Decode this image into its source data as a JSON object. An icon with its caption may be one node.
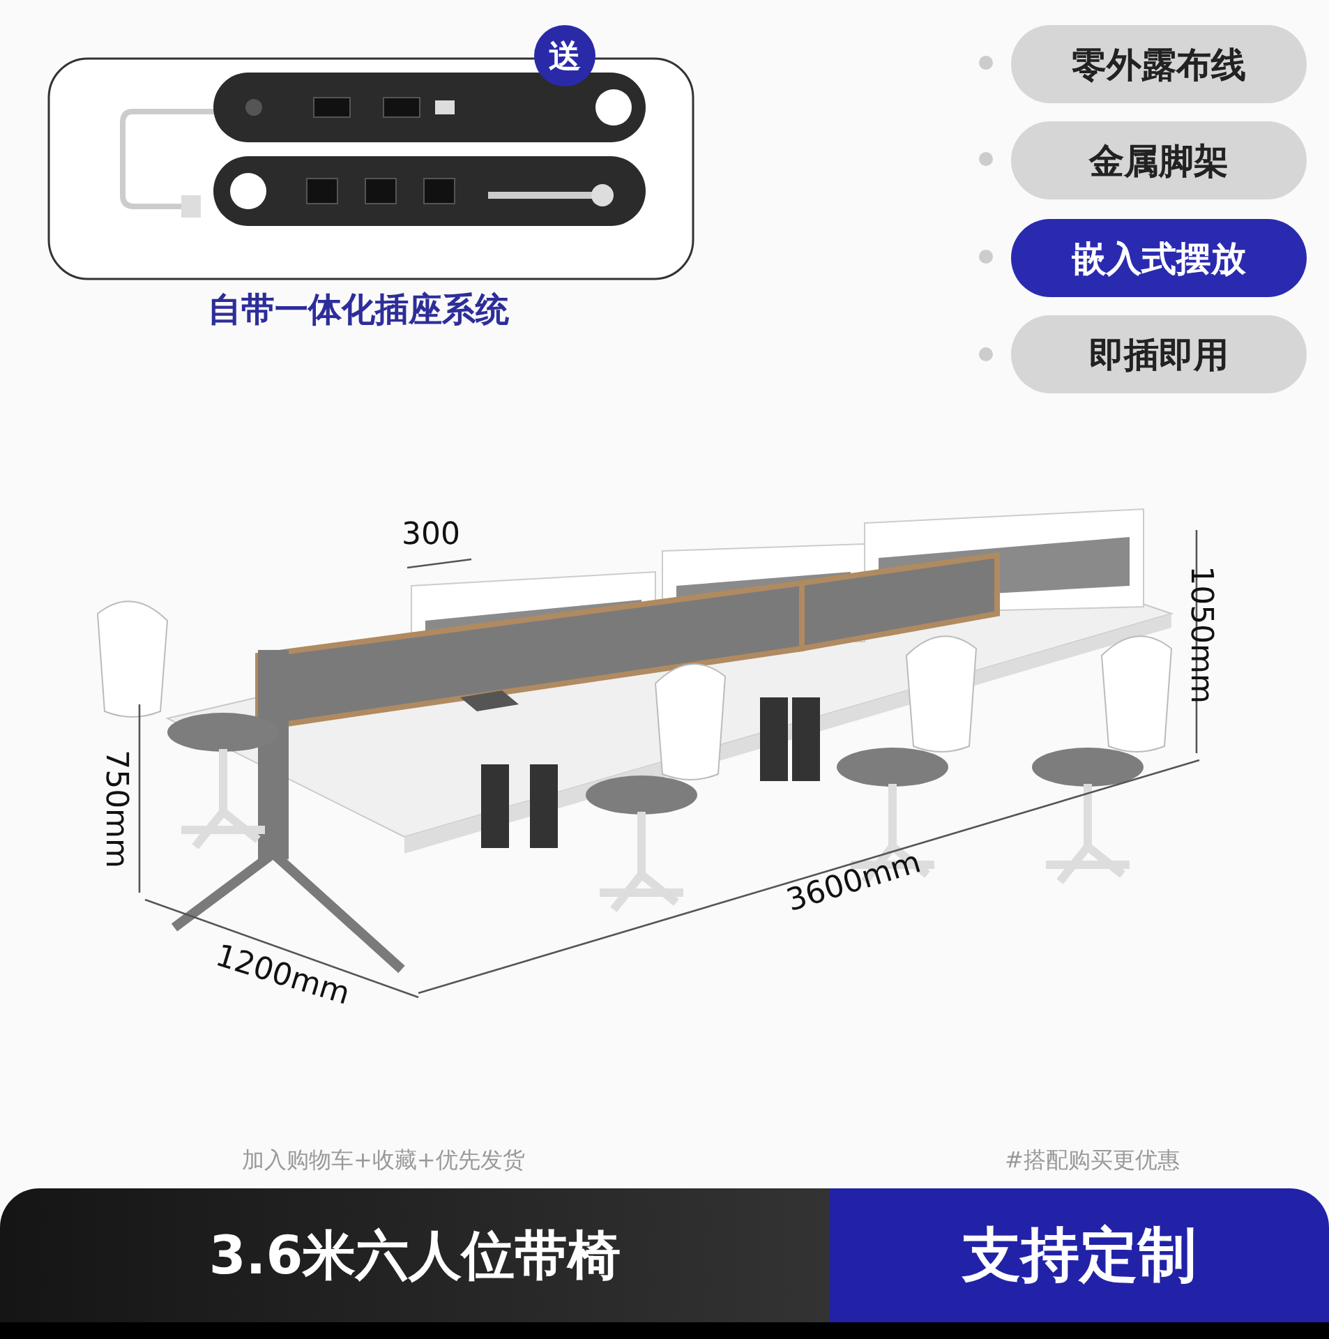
{
  "diagram": {
    "nodes": [
      {
        "text": [
          "零外露布线"
        ]
      },
      {
        "text": [
          "金属脚架"
        ]
      },
      {
        "text": [
          "嵌入式摆放"
        ]
      },
      {
        "text": [
          "即插即用"
        ]
      },
      {
        "text": [
          "送"
        ]
      },
      {
        "text": [
          "3.6米六人位带椅"
        ]
      },
      {
        "text": [
          "支持定制"
        ]
      }
    ],
    "labels": [
      "自带一体化插座系统",
      "300",
      "1050mm",
      "750mm",
      "3600mm",
      "1200mm",
      "加入购物车+收藏+优先发货",
      "#搭配购买更优惠"
    ]
  }
}
